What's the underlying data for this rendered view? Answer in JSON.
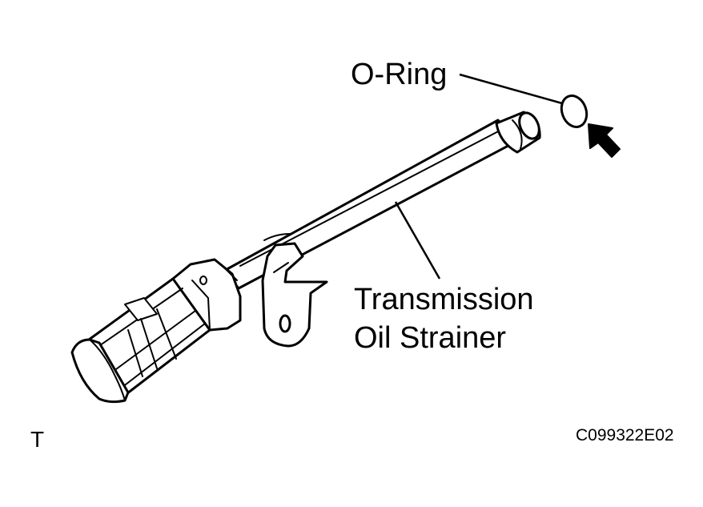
{
  "labels": {
    "o_ring": "O-Ring",
    "strainer_line1": "Transmission",
    "strainer_line2": "Oil Strainer",
    "corner_mark": "T",
    "figure_code": "C099322E02"
  },
  "colors": {
    "ink": "#000000",
    "background": "#ffffff"
  },
  "icons": {
    "pointer": "arrow-pointer-icon"
  }
}
